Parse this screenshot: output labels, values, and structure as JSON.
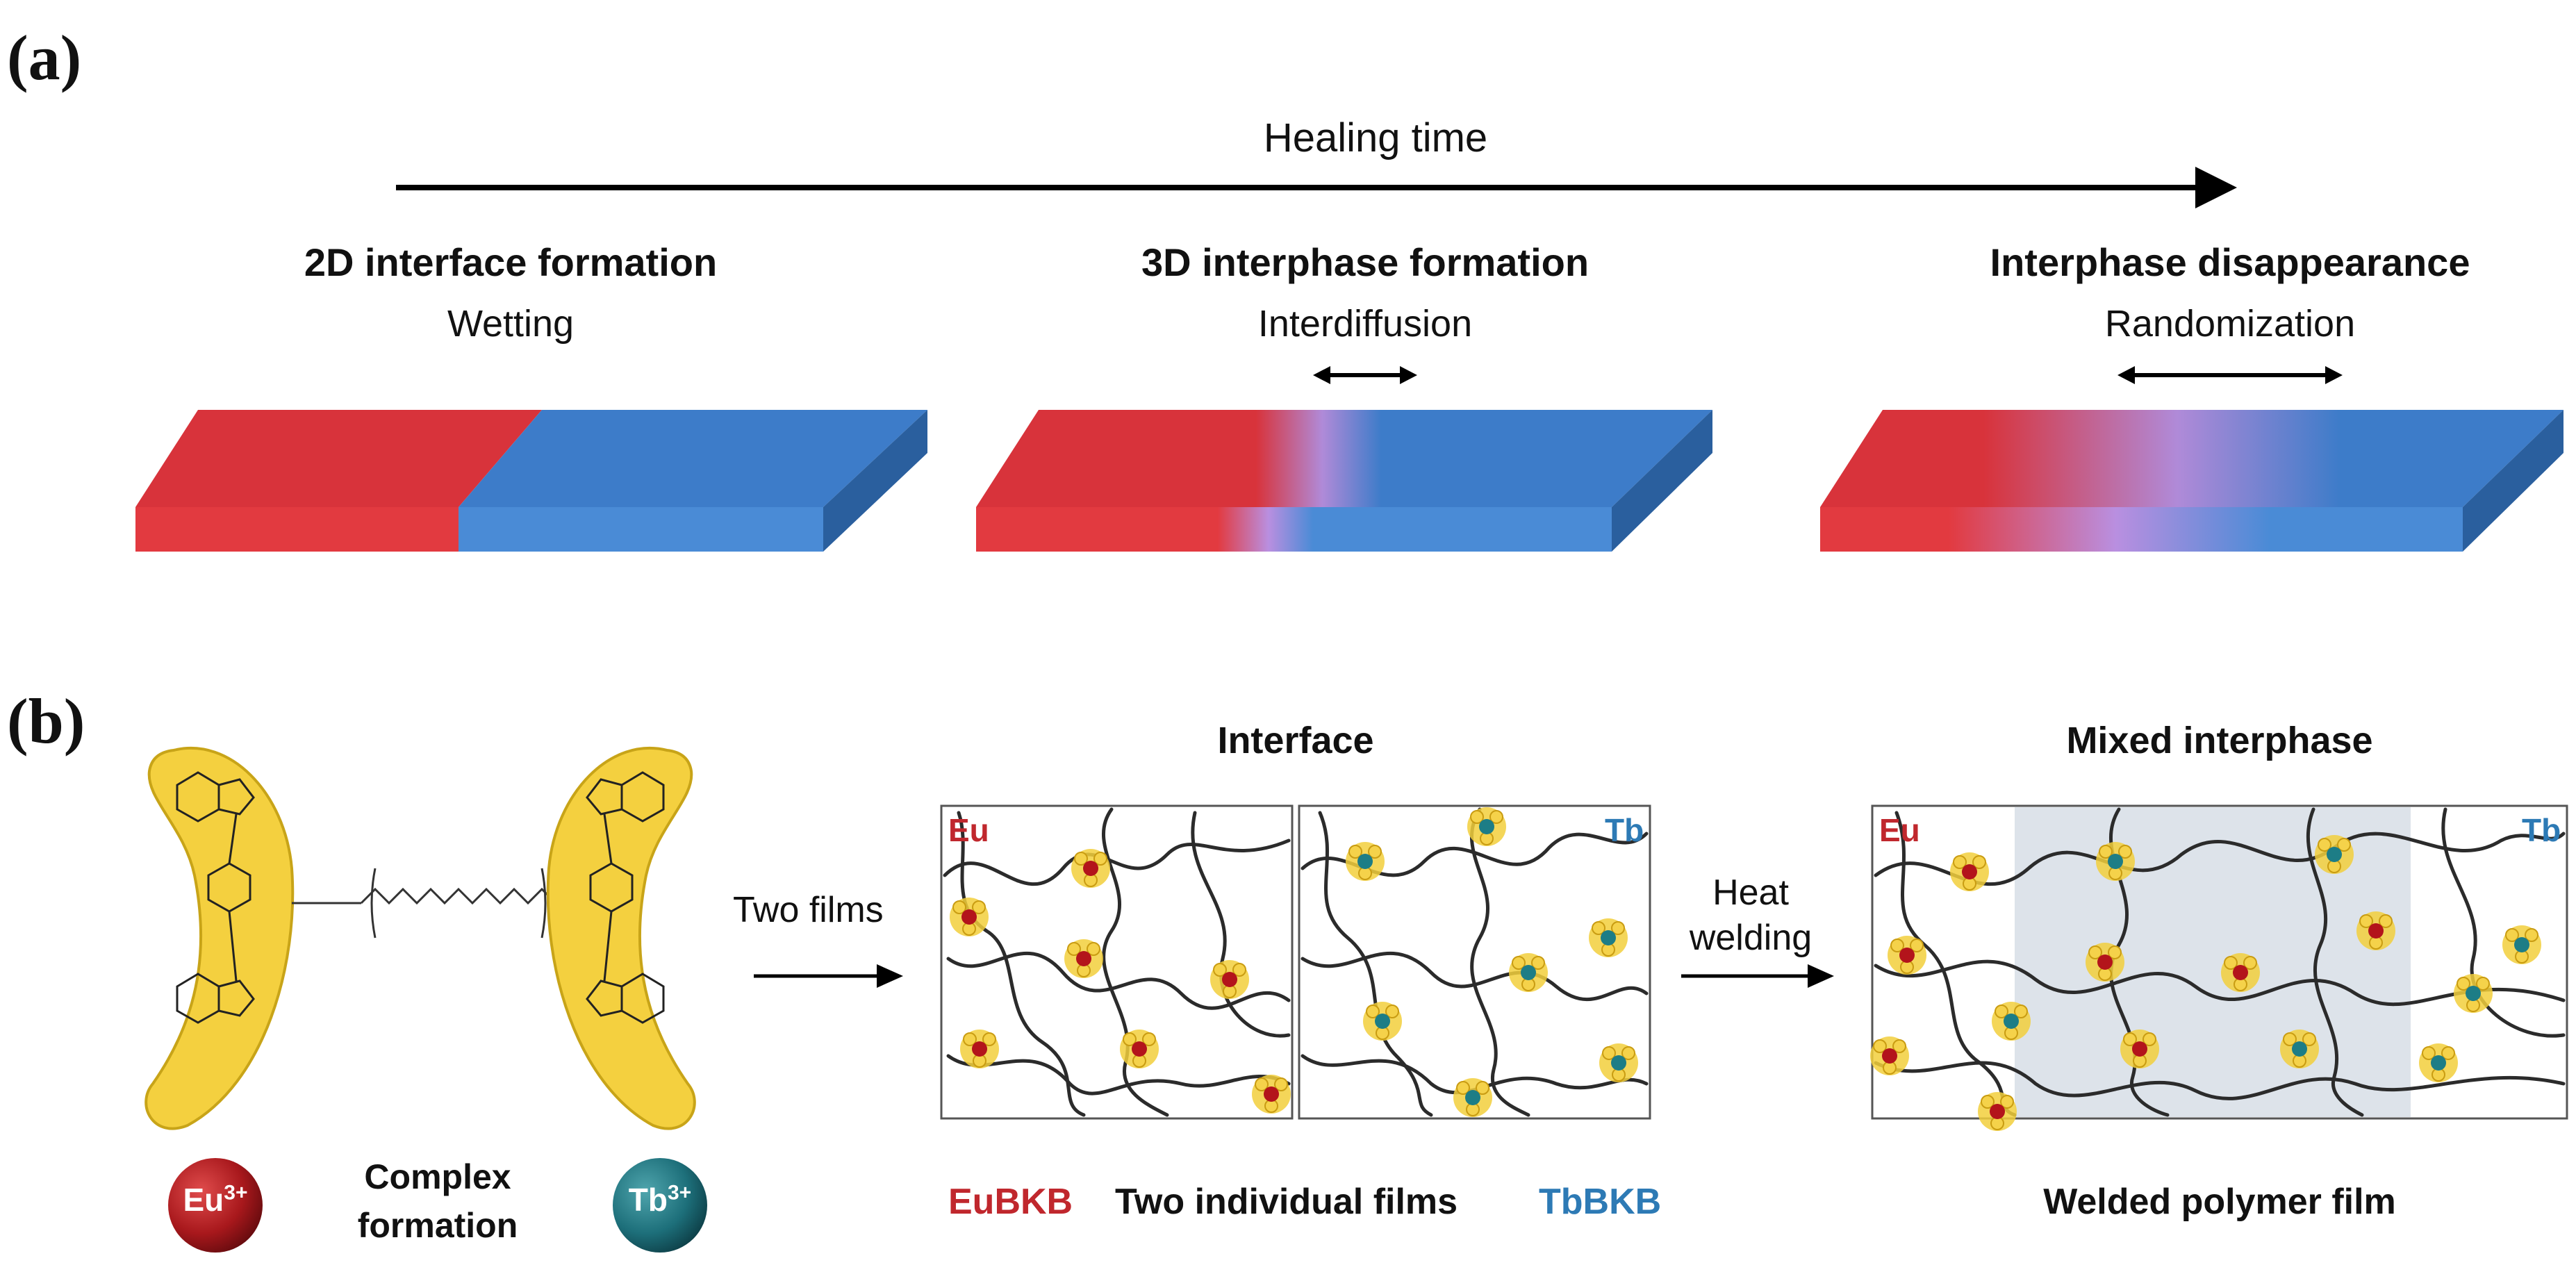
{
  "panel_a": {
    "label": "(a)",
    "axis_label": "Healing time",
    "stages": [
      {
        "title": "2D interface formation",
        "subtitle": "Wetting"
      },
      {
        "title": "3D interphase formation",
        "subtitle": "Interdiffusion"
      },
      {
        "title": "Interphase disappearance",
        "subtitle": "Randomization"
      }
    ]
  },
  "panel_b": {
    "label": "(b)",
    "ion_eu": "Eu3+",
    "ion_tb": "Tb3+",
    "ion_eu_base": "Eu",
    "ion_eu_sup": "3+",
    "ion_tb_base": "Tb",
    "ion_tb_sup": "3+",
    "complex_line1": "Complex",
    "complex_line2": "formation",
    "arrow1_label": "Two films",
    "arrow2_line1": "Heat",
    "arrow2_line2": "welding",
    "interface_title": "Interface",
    "mixed_title": "Mixed interphase",
    "box_eu_label": "Eu",
    "box_tb_label": "Tb",
    "caption_eubkb": "EuBKB",
    "caption_two_films": "Two individual films",
    "caption_tbbkb": "TbBKB",
    "caption_welded": "Welded polymer film"
  },
  "colors": {
    "red": "#d8333b",
    "blue": "#3d7cc9",
    "purple": "#b08ad8",
    "yellow": "#f2cf3c",
    "eu_text": "#c0272d",
    "tb_text": "#2d7ab5",
    "eu_sphere": "#a8181c",
    "tb_sphere": "#1d6f7a"
  }
}
